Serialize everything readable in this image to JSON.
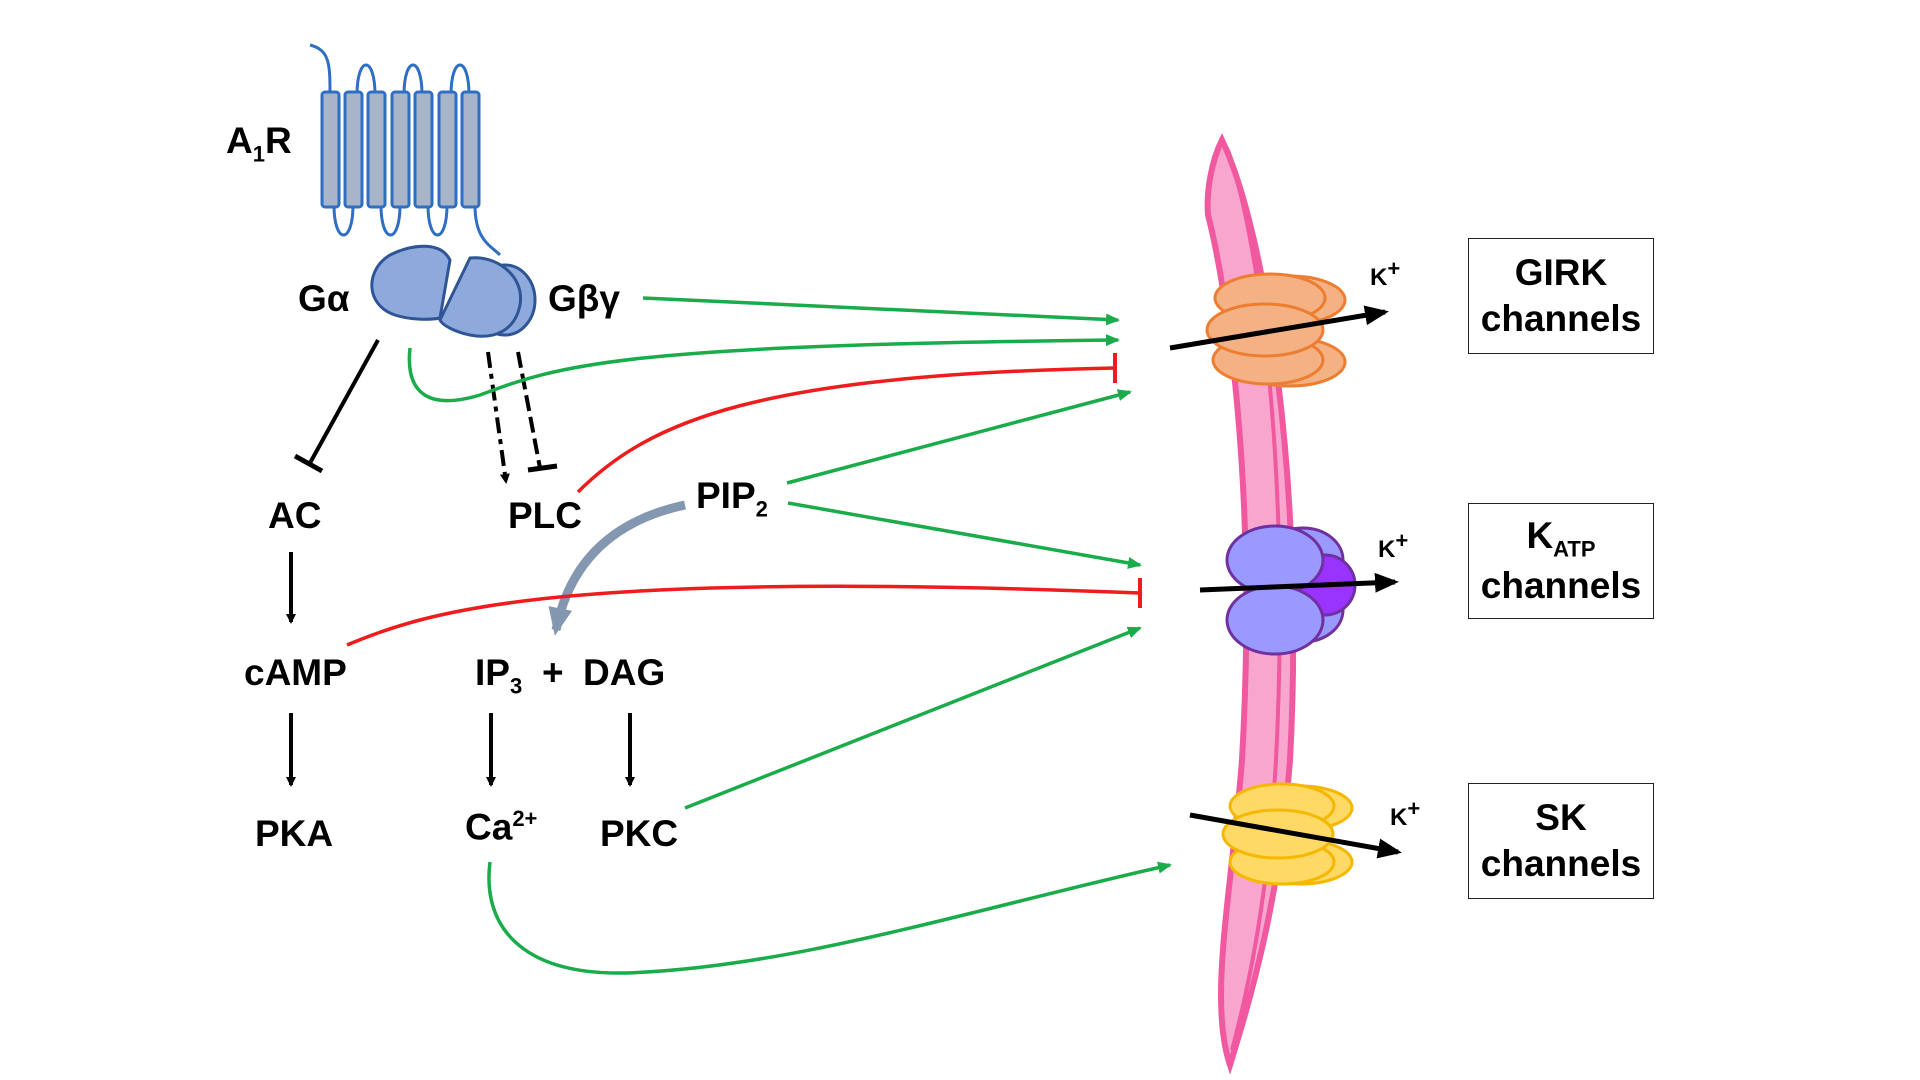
{
  "labels": {
    "a1r_main": "A",
    "a1r_sub": "1",
    "a1r_tail": "R",
    "g_alpha": "Gα",
    "g_betagamma": "Gβγ",
    "ac": "AC",
    "plc": "PLC",
    "pip2_main": "PIP",
    "pip2_sub": "2",
    "camp": "cAMP",
    "ip3_main": "IP",
    "ip3_sub": "3",
    "plus": "+",
    "dag": "DAG",
    "pka": "PKA",
    "ca_main": "Ca",
    "ca_sup": "2+",
    "pkc": "PKC",
    "k_main": "K",
    "k_sup": "+"
  },
  "channels": {
    "girk_line1": "GIRK",
    "girk_line2": "channels",
    "katp_main": "K",
    "katp_sub": "ATP",
    "katp_line2": "channels",
    "sk_line1": "SK",
    "sk_line2": "channels"
  },
  "colors": {
    "activation": "#1aab4a",
    "inhibition": "#ee1c1c",
    "membrane": "#f9a6cf",
    "membrane_edge": "#f0589f",
    "receptor": "#a8b4c8",
    "receptor_edge": "#2e6fc4",
    "gprotein": "#8ea9dc",
    "girk": "#f4b183",
    "girk_edge": "#ed7d31",
    "katp": "#9999ff",
    "katp_edge": "#7030a0",
    "sk": "#ffd966",
    "sk_edge": "#f5b800",
    "pip2_arrow": "#8497b0"
  }
}
